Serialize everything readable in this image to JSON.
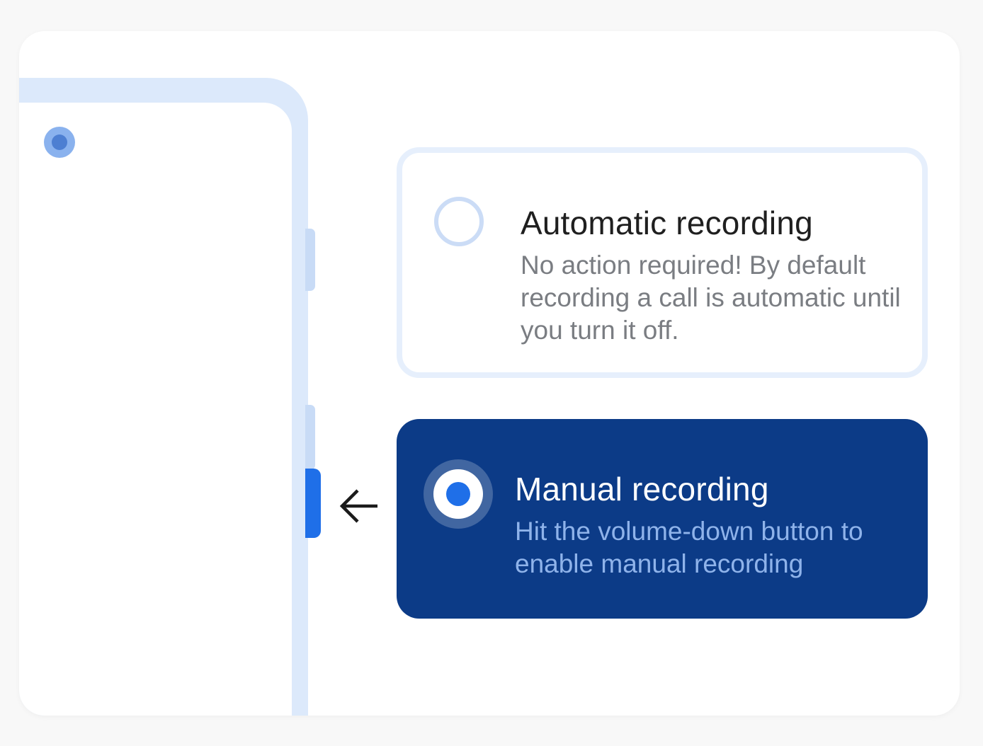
{
  "options": [
    {
      "title": "Automatic recording",
      "description": "No action required! By default recording a call is automatic until you turn it off.",
      "selected": false
    },
    {
      "title": "Manual recording",
      "description": "Hit the volume-down button to enable manual recording",
      "selected": true
    }
  ],
  "colors": {
    "selected_card": "#0c3b87",
    "accent": "#1f6fe8",
    "phone_frame": "#dce9fb"
  },
  "icons": {
    "arrow": "arrow-left-icon",
    "camera": "camera-dot-icon"
  }
}
